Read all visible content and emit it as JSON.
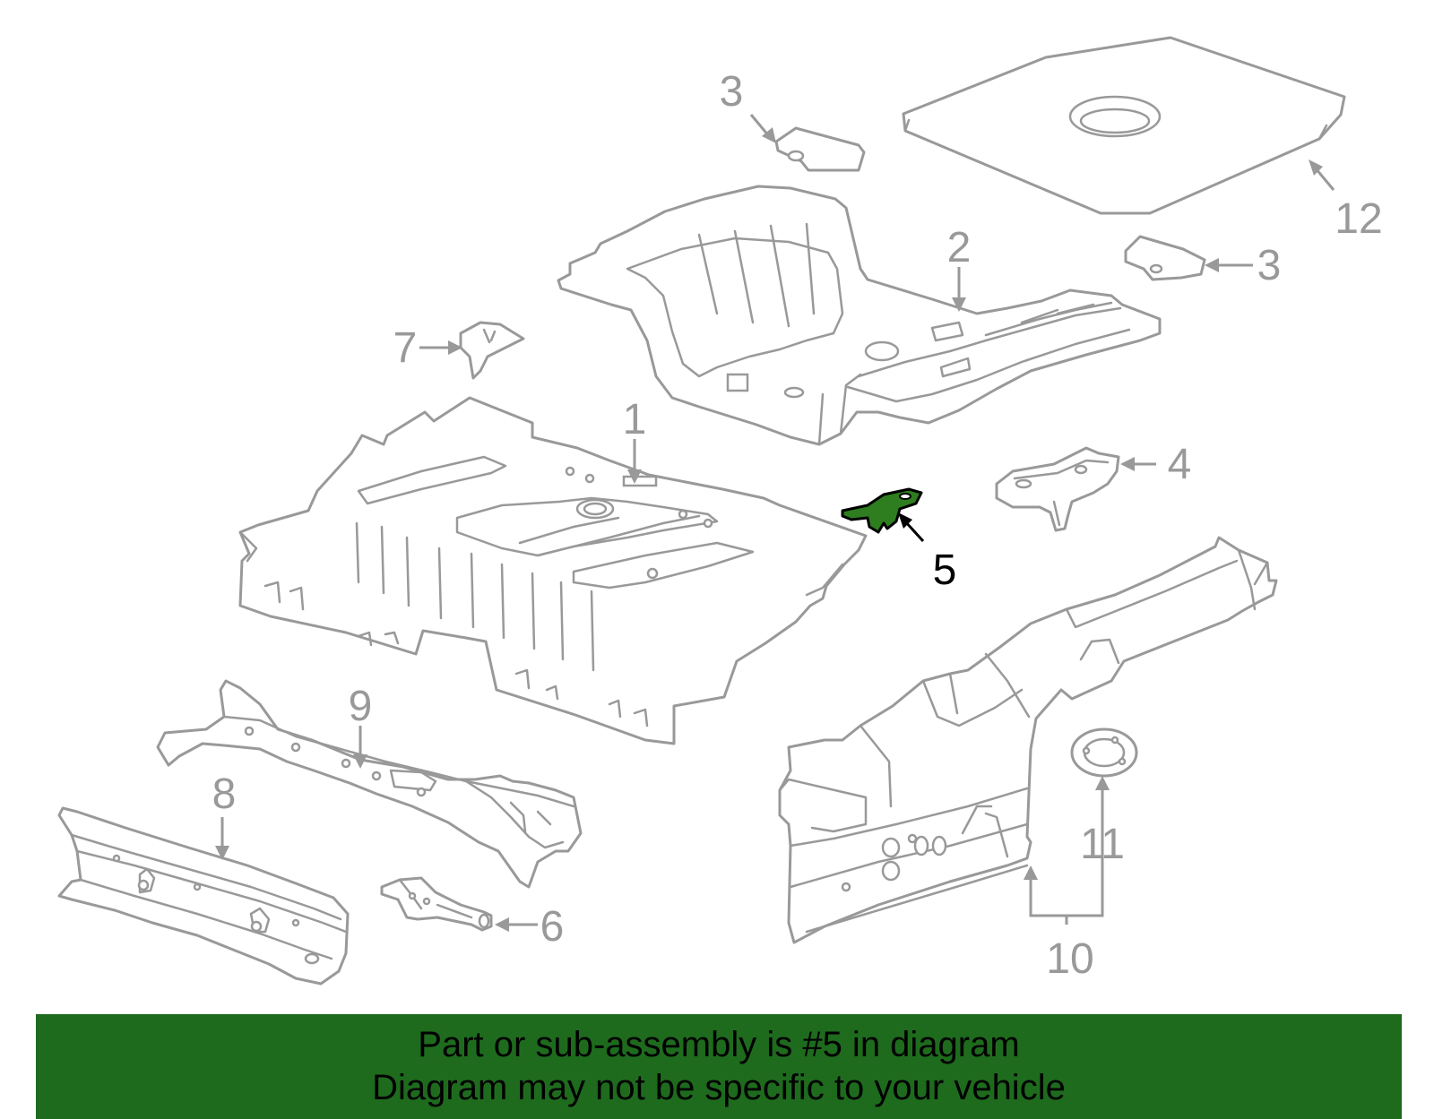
{
  "diagram": {
    "highlight_color": "#2e7d1e",
    "callouts": [
      "1",
      "2",
      "3",
      "3",
      "4",
      "5",
      "6",
      "7",
      "8",
      "9",
      "10",
      "11",
      "12"
    ]
  },
  "banner": {
    "background": "#1e6b1e",
    "line1": "Part or sub-assembly is #5 in diagram",
    "line2": "Diagram may not be specific to your vehicle"
  }
}
